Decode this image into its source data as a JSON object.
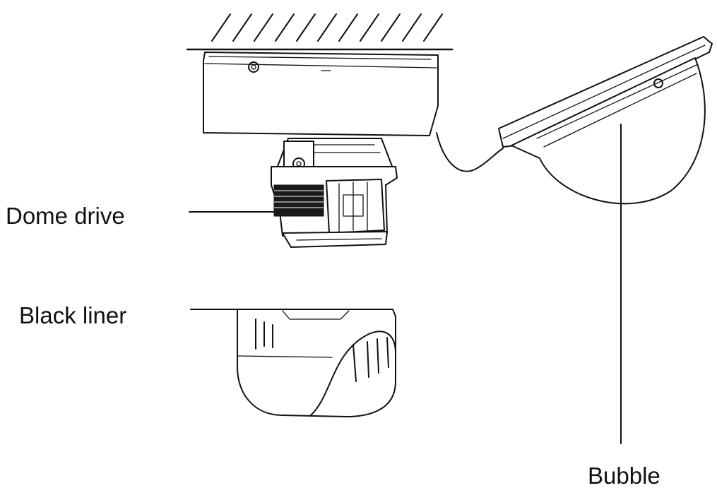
{
  "labels": {
    "dome_drive": "Dome drive",
    "black_liner": "Black liner",
    "bubble": "Bubble"
  },
  "colors": {
    "line": "#111111",
    "background": "#ffffff"
  }
}
